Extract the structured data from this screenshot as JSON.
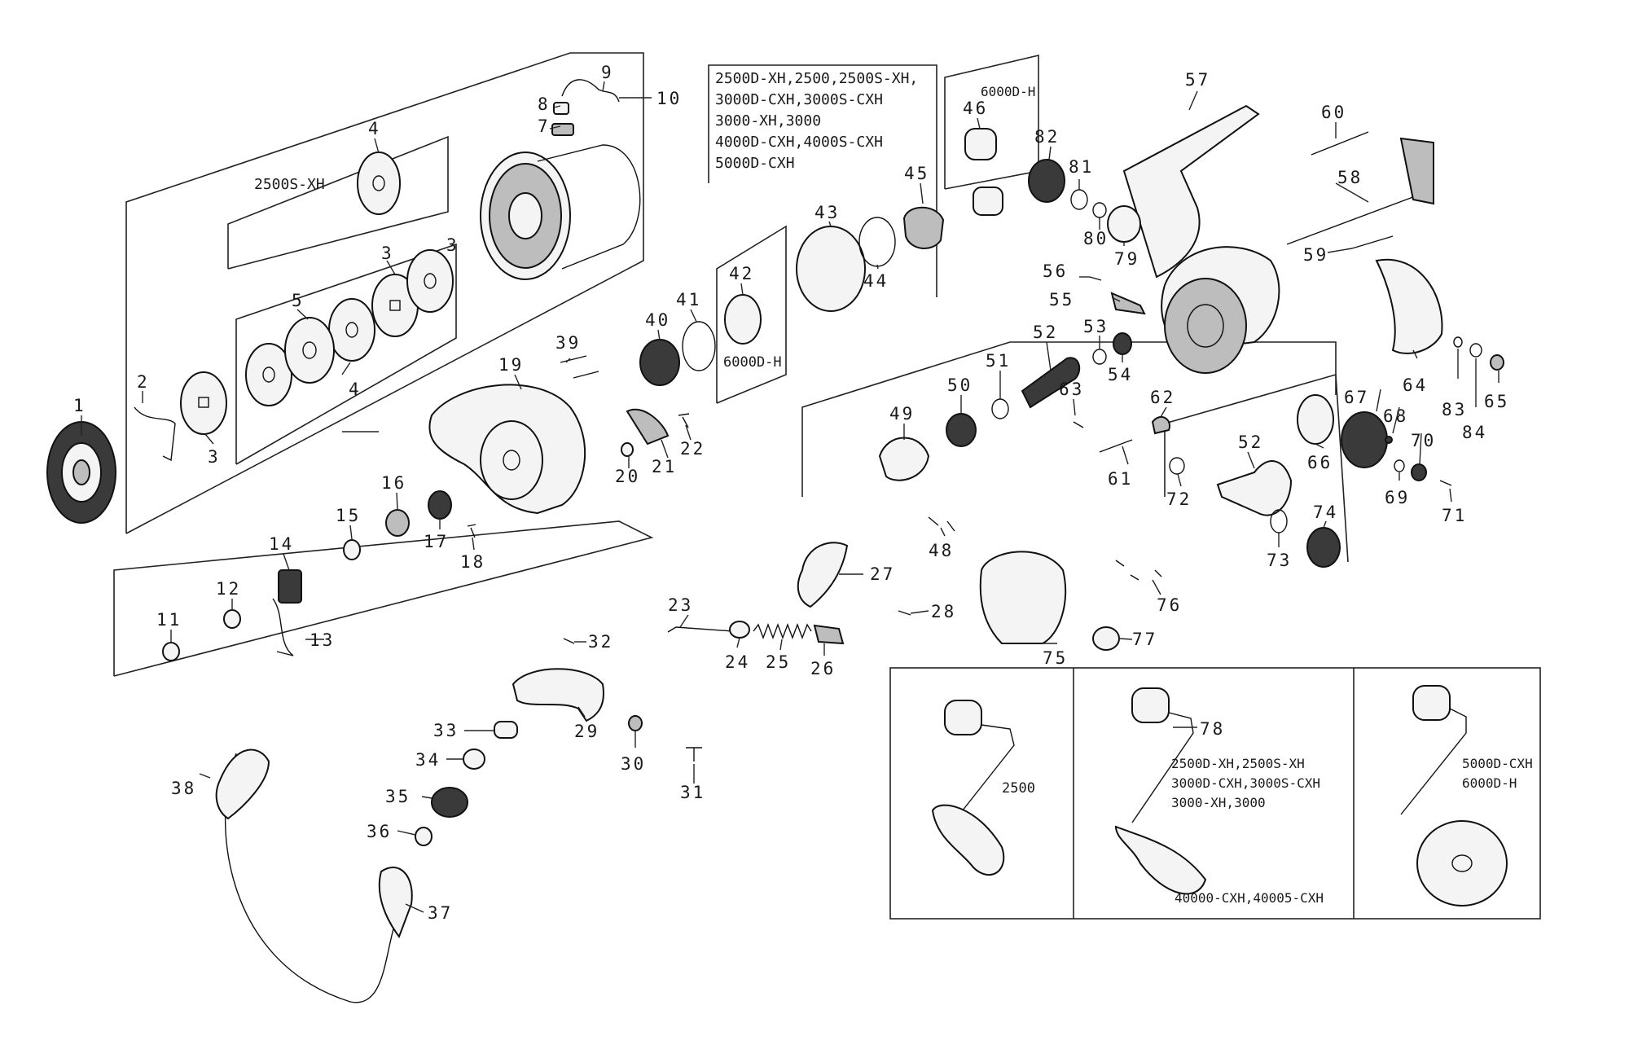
{
  "part_numbers": [
    "1",
    "2",
    "3",
    "3",
    "3",
    "4",
    "4",
    "5",
    "7",
    "8",
    "9",
    "10",
    "11",
    "12",
    "13",
    "14",
    "15",
    "16",
    "17",
    "18",
    "19",
    "20",
    "21",
    "22",
    "23",
    "24",
    "25",
    "26",
    "27",
    "28",
    "29",
    "30",
    "31",
    "32",
    "33",
    "34",
    "35",
    "36",
    "37",
    "38",
    "39",
    "40",
    "41",
    "42",
    "43",
    "44",
    "45",
    "46",
    "48",
    "49",
    "50",
    "51",
    "52",
    "52",
    "53",
    "54",
    "55",
    "56",
    "57",
    "58",
    "59",
    "60",
    "61",
    "62",
    "63",
    "64",
    "65",
    "66",
    "67",
    "68",
    "69",
    "70",
    "71",
    "72",
    "73",
    "74",
    "75",
    "76",
    "77",
    "78",
    "79",
    "80",
    "81",
    "82",
    "83",
    "84"
  ],
  "variant_labels": {
    "spool_2500sxh": "2500S-XH",
    "washer_6000dh": "6000D-H",
    "bushing_6000dh": "6000D-H",
    "rotor_models": [
      "2500D-XH,2500,2500S-XH,",
      "3000D-CXH,3000S-CXH",
      "3000-XH,3000",
      "4000D-CXH,4000S-CXH",
      "5000D-CXH"
    ]
  },
  "handle_panels": [
    {
      "label": "2500"
    },
    {
      "lines": [
        "2500D-XH,2500S-XH",
        "3000D-CXH,3000S-CXH",
        "3000-XH,3000"
      ],
      "bottom": "40000-CXH,40005-CXH"
    },
    {
      "lines": [
        "5000D-CXH",
        "6000D-H"
      ]
    }
  ]
}
